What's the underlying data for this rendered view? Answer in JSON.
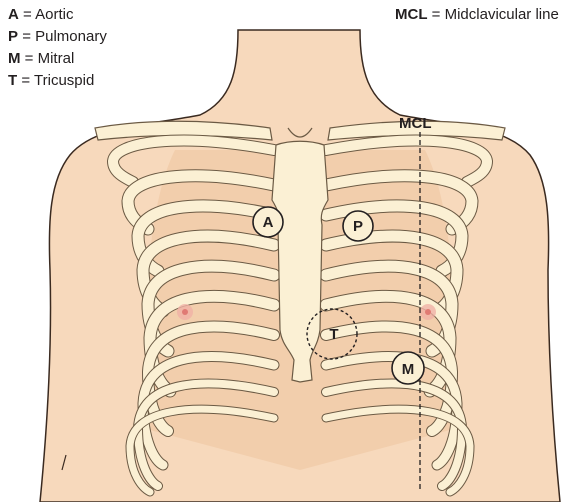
{
  "legend": {
    "left": [
      {
        "key": "A",
        "text": "Aortic"
      },
      {
        "key": "P",
        "text": "Pulmonary"
      },
      {
        "key": "M",
        "text": "Mitral"
      },
      {
        "key": "T",
        "text": "Tricuspid"
      }
    ],
    "right": {
      "key": "MCL",
      "text": "Midclavicular line"
    }
  },
  "separator": "=",
  "sites": {
    "aortic": "A",
    "pulmonary": "P",
    "tricuspid": "T",
    "mitral": "M"
  },
  "mcl_label": "MCL",
  "colors": {
    "skin": "#f7d9bc",
    "skin_outline": "#3a2a20",
    "bone": "#fbf0d4",
    "bone_outline": "#6b5a44",
    "nipple": "#e8a0a0",
    "ink": "#231f20"
  }
}
